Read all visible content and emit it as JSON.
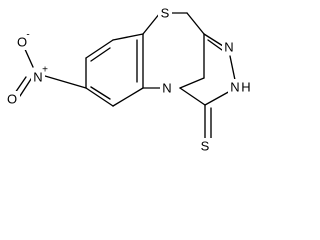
{
  "molecule": {
    "atoms": {
      "S_ring": "S",
      "S_thione": "S",
      "N_nitro": "N",
      "O_nitro_top": "O",
      "O_nitro_bottom": "O",
      "N_ring_bridge": "N",
      "N_triazole_1": "N",
      "NH_triazole": "N",
      "H_triazole": "H"
    },
    "charges": {
      "nitro_N": "+",
      "nitro_O": "-"
    },
    "colors": {
      "bond": "#000000",
      "text": "#000000",
      "background": "#ffffff"
    }
  }
}
